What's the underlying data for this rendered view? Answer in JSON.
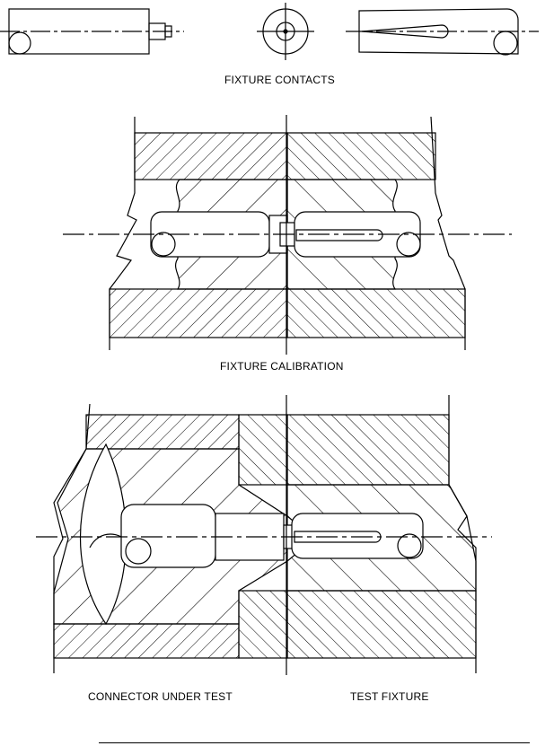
{
  "captions": {
    "fixture_contacts": "FIXTURE CONTACTS",
    "fixture_calibration": "FIXTURE CALIBRATION",
    "connector_under_test": "CONNECTOR UNDER TEST",
    "test_fixture": "TEST FIXTURE"
  },
  "colors": {
    "ink": "#000000",
    "paper": "#ffffff"
  }
}
